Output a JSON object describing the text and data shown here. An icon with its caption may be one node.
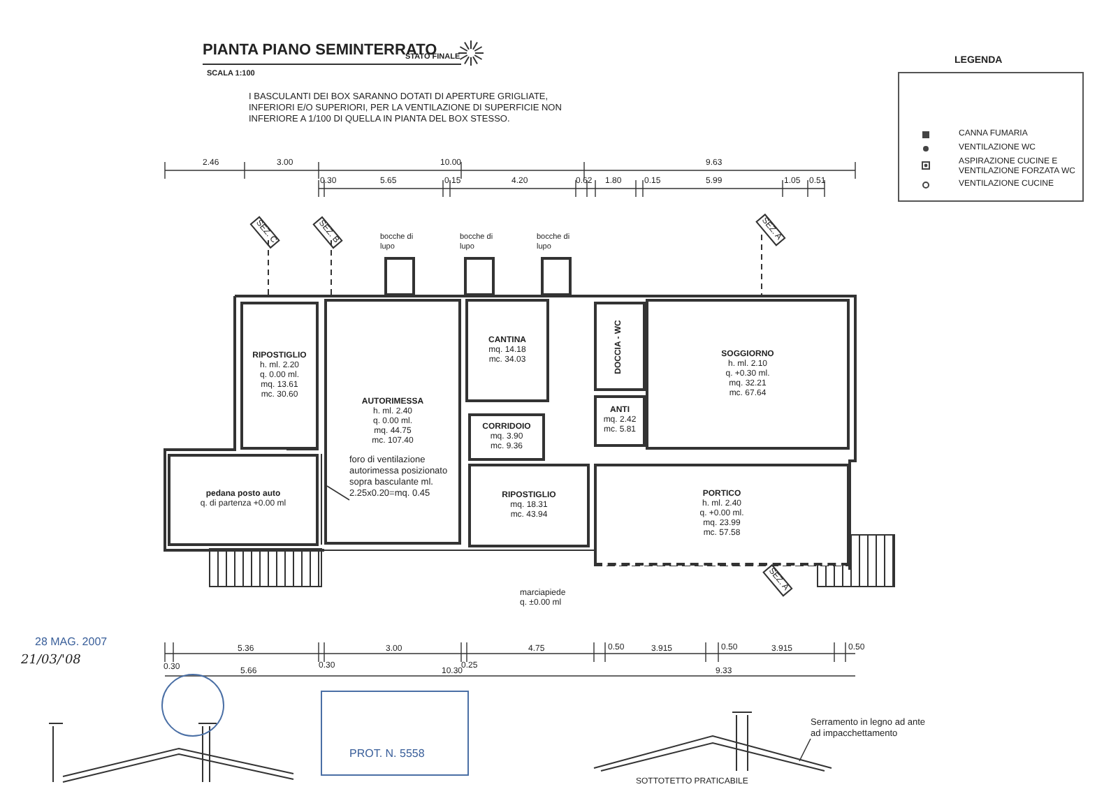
{
  "diagram": {
    "title": "PIANTA PIANO SEMINTERRATO",
    "nodes": [
      {
        "text": [
          "bocche di lupo"
        ]
      },
      {
        "text": [
          "bocche di lupo"
        ]
      },
      {
        "text": [
          "bocche di lupo"
        ]
      },
      {
        "text": [
          "RIPOSTIGLIO",
          "h. ml. 2.20",
          "q. 0.00 ml.",
          "mq. 13.61",
          "mc. 30.60"
        ]
      },
      {
        "text": [
          "AUTORIMESSA",
          "h. ml. 2.40",
          "q. 0.00 ml.",
          "mq. 44.75",
          "mc. 107.40"
        ]
      },
      {
        "text": [
          "CANTINA",
          "mq. 14.18",
          "mc. 34.03"
        ]
      },
      {
        "text": [
          "DOCCIA - WC"
        ]
      },
      {
        "text": [
          "SOGGIORNO",
          "h. ml. 2.10",
          "q. +0.30 ml.",
          "mq. 32.21",
          "mc. 67.64"
        ]
      },
      {
        "text": [
          "ANTI",
          "mq. 2.42",
          "mc. 5.81"
        ]
      },
      {
        "text": [
          "CORRIDOIO",
          "mq. 3.90",
          "mc. 9.36"
        ]
      },
      {
        "text": [
          "RIPOSTIGLIO",
          "mq. 18.31",
          "mc. 43.94"
        ]
      },
      {
        "text": [
          "PORTICO",
          "h. ml. 2.40",
          "q. +0.00 ml.",
          "mq. 23.99",
          "mc. 57.58"
        ]
      },
      {
        "text": [
          "pedana posto auto",
          "q. di partenza +0.00 ml"
        ]
      },
      {
        "text": [
          "foro di ventilazione autorimessa posizionato sopra basculante ml. 2.25x0.20=mq. 0.45"
        ],
        "in": 4
      },
      {
        "text": [
          "Serramento in legno ad ante ad impacchettamento"
        ]
      }
    ],
    "edges": [
      {
        "from": 13,
        "to": 4,
        "arrow": "none"
      },
      {
        "from": 14,
        "to": null,
        "arrow": "none"
      }
    ],
    "labels": [
      "SCALA 1:100",
      "STATO FINALE",
      "I BASCULANTI DEI BOX SARANNO DOTATI DI APERTURE GRIGLIATE, INFERIORI E/O SUPERIORI, PER LA VENTILAZIONE DI SUPERFICIE NON INFERIORE A 1/100 DI QUELLA IN PIANTA DEL BOX STESSO.",
      "LEGENDA",
      "2.46",
      "3.00",
      "10.00",
      "9.63",
      "0.30",
      "5.65",
      "0.15",
      "4.20",
      "0.62",
      "1.80",
      "0.15",
      "5.99",
      "1.05",
      "0.51",
      "SEZ. C",
      "SEZ. B",
      "SEZ. A",
      "SEZ. A",
      "marciapiede",
      "q. ±0.00 ml",
      "0.30",
      "5.36",
      "0.30",
      "3.00",
      "0.25",
      "4.75",
      "0.50",
      "3.915",
      "0.50",
      "3.915",
      "0.50",
      "5.66",
      "10.30",
      "9.33",
      "28 MAG. 2007",
      "21/03/'08",
      "PROT. N. 5558",
      "SOTTOTETTO PRATICABILE"
    ],
    "legend": [
      {
        "text": "CANNA FUMARIA"
      },
      {
        "text": "VENTILAZIONE WC"
      },
      {
        "text": "ASPIRAZIONE CUCINE E VENTILAZIONE FORZATA WC"
      },
      {
        "text": "VENTILAZIONE CUCINE"
      }
    ]
  }
}
